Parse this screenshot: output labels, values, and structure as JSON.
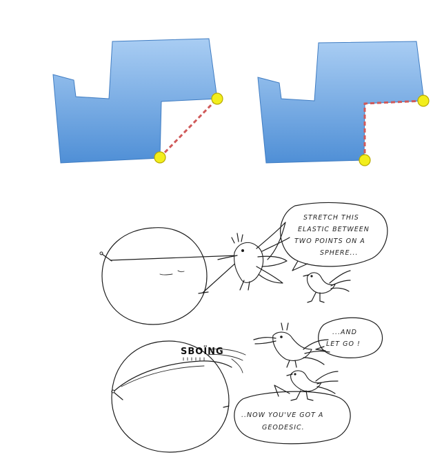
{
  "diagrams": {
    "left": {
      "caption": ""
    },
    "right": {
      "caption": ""
    },
    "colors": {
      "shape_top": "#a9cdf3",
      "shape_bottom": "#4f8fd6",
      "shape_edge": "#3f7cc2",
      "point_fill": "#f2ee1c",
      "point_edge": "#b7a900",
      "path": "#d05a5a"
    }
  },
  "cartoon": {
    "bubble_top": {
      "line1": "STRETCH THIS",
      "line2": "ELASTIC BETWEEN",
      "line3": "TWO POINTS ON A",
      "line4": "SPHERE..."
    },
    "bubble_right": {
      "line1": "...AND",
      "line2": "LET GO !"
    },
    "bubble_bottom": {
      "line1": "..NOW YOU'VE GOT A",
      "line2": "GEODESIC."
    },
    "sound_effect": "SBOÏNG"
  }
}
